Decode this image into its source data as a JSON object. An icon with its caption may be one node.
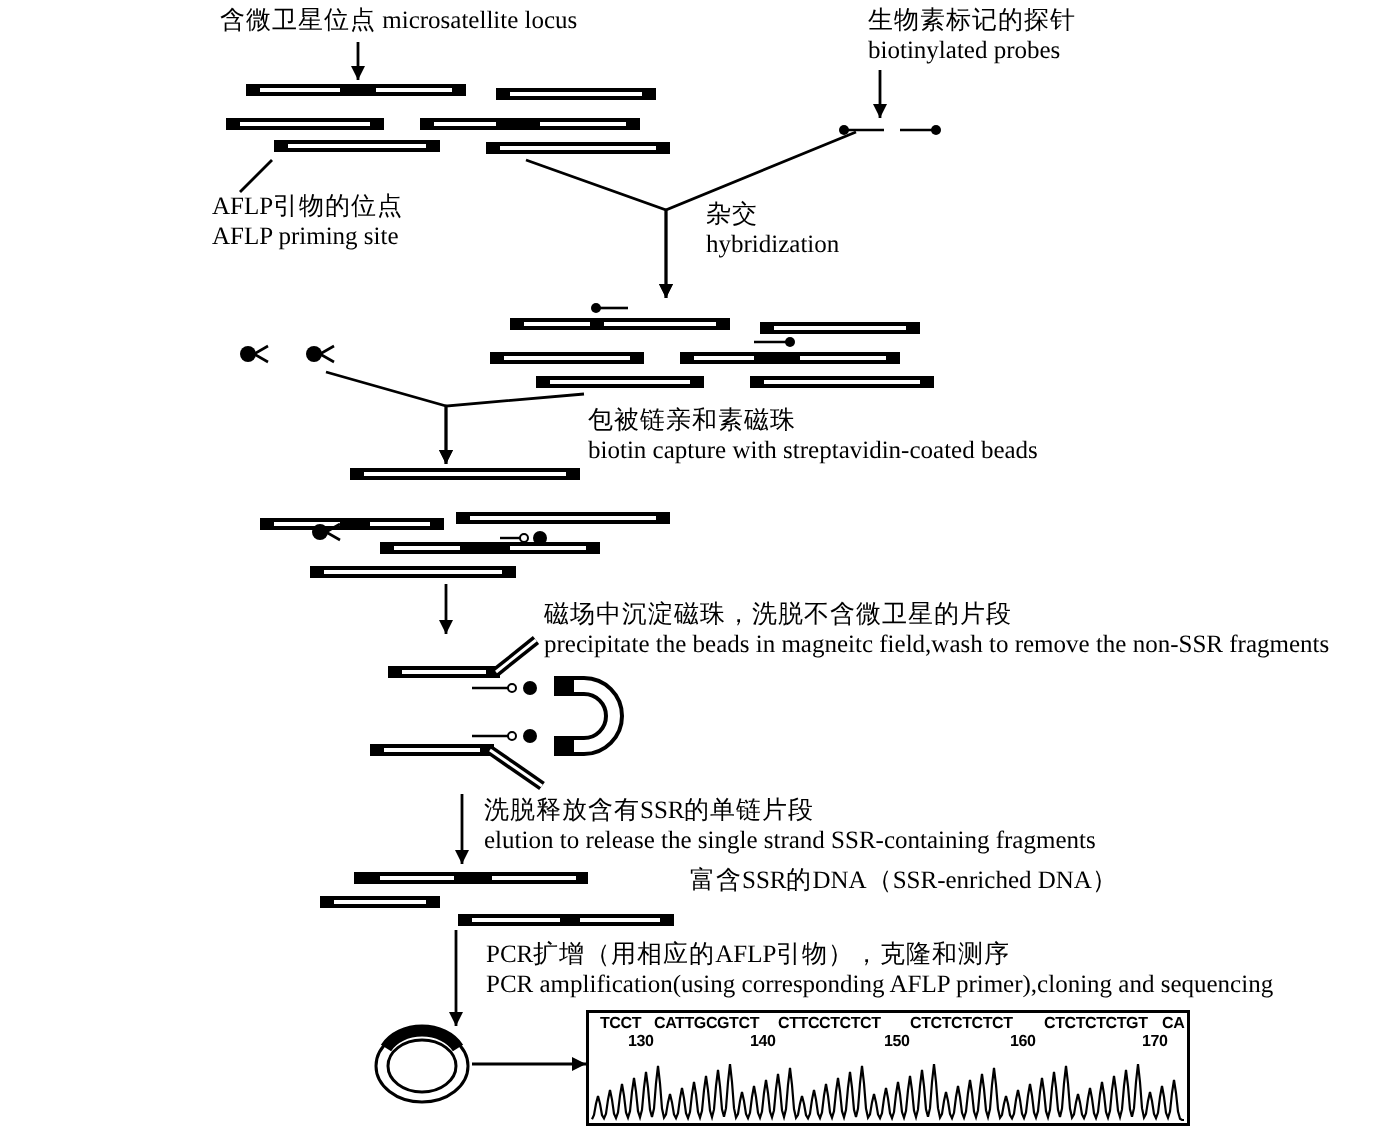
{
  "diagram": {
    "nodes": [
      {
        "text": [
          "含微卫星位点 microsatellite locus"
        ]
      },
      {
        "text": [
          "生物素标记的探针",
          "biotinylated probes"
        ]
      },
      {
        "text": [],
        "shape": "picture"
      },
      {
        "text": [],
        "shape": "picture"
      },
      {
        "text": [
          "AFLP引物的位点",
          "AFLP priming site"
        ]
      },
      {
        "text": [],
        "shape": "picture"
      },
      {
        "text": [],
        "shape": "picture"
      },
      {
        "text": [],
        "shape": "picture"
      },
      {
        "text": [],
        "shape": "picture"
      },
      {
        "text": [],
        "shape": "picture",
        "beside": [
          "富含SSR的DNA（SSR-enriched DNA）"
        ]
      },
      {
        "text": [],
        "shape": "circle"
      },
      {
        "text": [
          "TCCT",
          "CATTGCGTCT",
          "CTTCCTCTCT",
          "CTCTCTCTCT",
          "CTCTCTCTGT",
          "CA",
          "130",
          "140",
          "150",
          "160",
          "170"
        ]
      }
    ],
    "edges": [
      {
        "from": 0,
        "to": 2,
        "arrow": "to"
      },
      {
        "from": 1,
        "to": 3,
        "arrow": "to"
      },
      {
        "from": 4,
        "to": 2,
        "arrow": "none"
      },
      {
        "from": 2,
        "to": 5,
        "arrow": "to"
      },
      {
        "from": 3,
        "to": 5,
        "arrow": "to"
      },
      {
        "from": 6,
        "to": 7,
        "arrow": "to"
      },
      {
        "from": 5,
        "to": 7,
        "arrow": "to"
      },
      {
        "from": 7,
        "to": 8,
        "arrow": "to"
      },
      {
        "from": 8,
        "to": 9,
        "arrow": "to"
      },
      {
        "from": 9,
        "to": 10,
        "arrow": "to"
      },
      {
        "from": 10,
        "to": 11,
        "arrow": "to"
      }
    ],
    "labels": [
      "杂交",
      "hybridization",
      "包被链亲和素磁珠",
      "biotin capture with streptavidin-coated beads",
      "磁场中沉淀磁珠，洗脱不含微卫星的片段",
      "precipitate the beads in magneitc field,wash to remove the non-SSR fragments",
      "洗脱释放含有SSR的单链片段",
      "elution to release the single strand SSR-containing fragments",
      "PCR扩增（用相应的AFLP引物），克隆和测序",
      "PCR amplification(using corresponding AFLP primer),cloning and sequencing"
    ]
  }
}
